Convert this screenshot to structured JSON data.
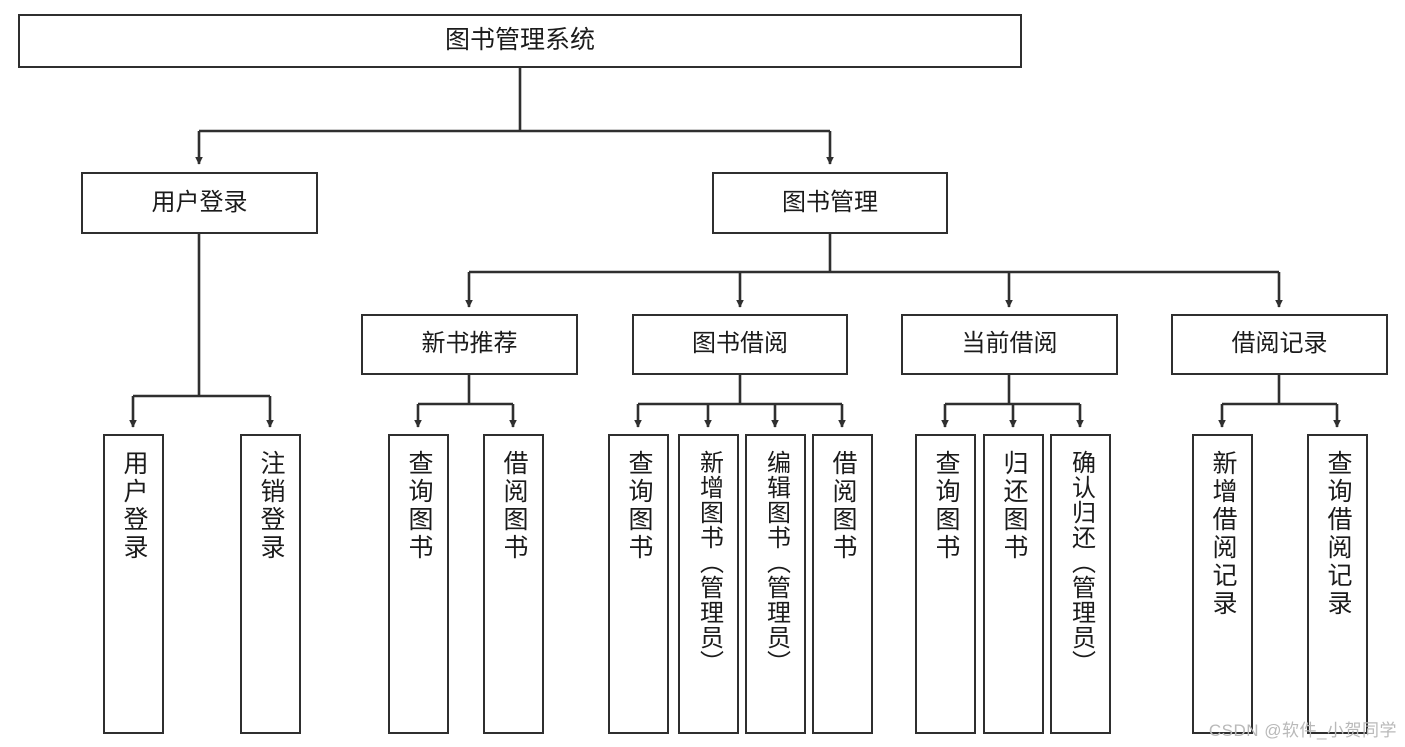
{
  "diagram": {
    "title": "图书管理系统",
    "watermark": "CSDN @软件_小贺同学",
    "colors": {
      "stroke": "#2f2f2f",
      "fill": "#ffffff",
      "text": "#1b1b1b",
      "watermark": "#b9b9b9"
    },
    "nodes": {
      "root": {
        "label": "图书管理系统"
      },
      "level1": [
        {
          "id": "user-login",
          "label": "用户登录"
        },
        {
          "id": "book-manage",
          "label": "图书管理"
        }
      ],
      "level2": [
        {
          "id": "new-book-rec",
          "label": "新书推荐"
        },
        {
          "id": "book-borrow",
          "label": "图书借阅"
        },
        {
          "id": "current-borrow",
          "label": "当前借阅"
        },
        {
          "id": "borrow-record",
          "label": "借阅记录"
        }
      ],
      "leaves": {
        "user-login": [
          {
            "id": "leaf-user-login",
            "label": "用户登录"
          },
          {
            "id": "leaf-logout",
            "label": "注销登录"
          }
        ],
        "new-book-rec": [
          {
            "id": "leaf-query-book-1",
            "label": "查询图书"
          },
          {
            "id": "leaf-borrow-book-1",
            "label": "借阅图书"
          }
        ],
        "book-borrow": [
          {
            "id": "leaf-query-book-2",
            "label": "查询图书"
          },
          {
            "id": "leaf-add-book",
            "label": "新增图书（管理员）"
          },
          {
            "id": "leaf-edit-book",
            "label": "编辑图书（管理员）"
          },
          {
            "id": "leaf-borrow-book-2",
            "label": "借阅图书"
          }
        ],
        "current-borrow": [
          {
            "id": "leaf-query-book-3",
            "label": "查询图书"
          },
          {
            "id": "leaf-return-book",
            "label": "归还图书"
          },
          {
            "id": "leaf-confirm-return",
            "label": "确认归还（管理员）"
          }
        ],
        "borrow-record": [
          {
            "id": "leaf-add-record",
            "label": "新增借阅记录"
          },
          {
            "id": "leaf-query-record",
            "label": "查询借阅记录"
          }
        ]
      }
    }
  }
}
